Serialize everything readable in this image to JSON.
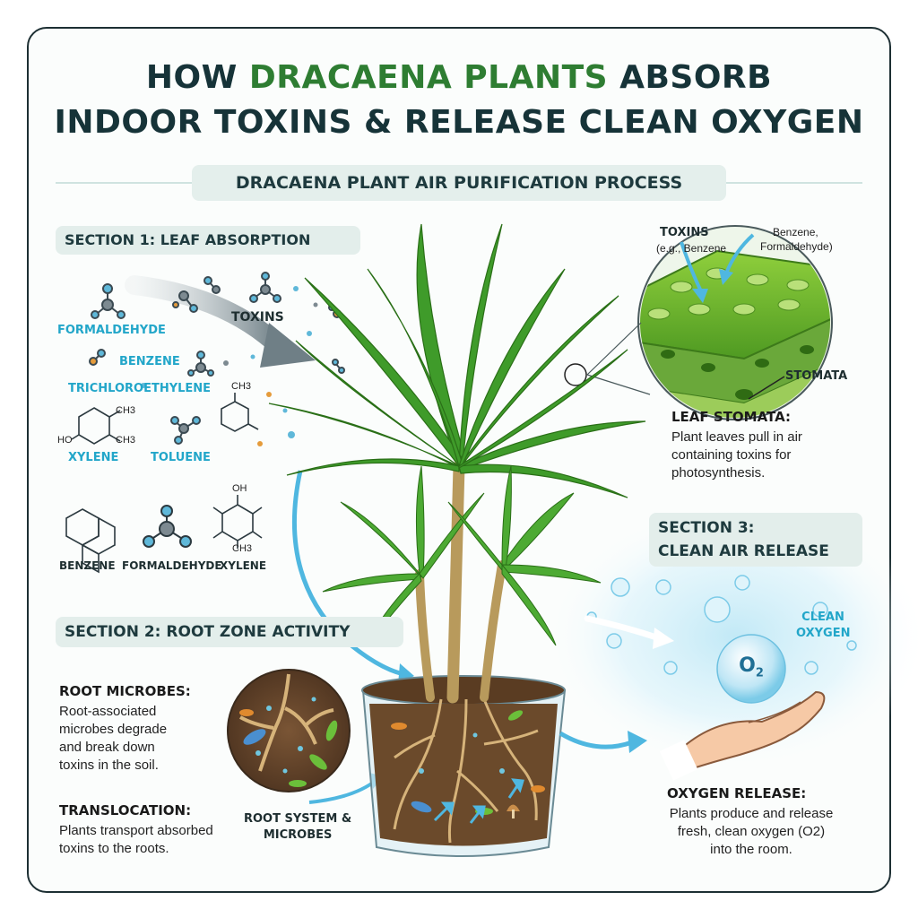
{
  "title": {
    "prefix": "HOW ",
    "accent": "DRACAENA PLANTS",
    "line1_suffix": " ABSORB",
    "line2": "INDOOR TOXINS & RELEASE CLEAN OXYGEN"
  },
  "subtitle": "DRACAENA PLANT AIR PURIFICATION PROCESS",
  "section1": {
    "label": "SECTION 1: LEAF ABSORPTION",
    "toxins_arrow_label": "TOXINS",
    "toxin_names": [
      "FORMALDEHYDE",
      "BENZENE",
      "TRICHLOROETHYLENE",
      "XYLENE",
      "TOLUENE"
    ],
    "bottom_molecule_names": [
      "BENZENE",
      "FORMALDEHYDE",
      "XYLENE"
    ],
    "chem_labels": {
      "ch3": "CH3",
      "ho": "HO",
      "oh": "OH"
    }
  },
  "leaf_zoom": {
    "toxins_label": "TOXINS",
    "toxins_example": "(e.g., Benzene",
    "right_label_line1": "Benzene,",
    "right_label_line2": "Formaldehyde)",
    "stomata_label": "STOMATA",
    "heading": "LEAF STOMATA:",
    "text_lines": [
      "Plant leaves pull in air",
      "containing toxins for",
      "photosynthesis."
    ]
  },
  "section3": {
    "label_line1": "SECTION 3:",
    "label_line2": "CLEAN AIR RELEASE",
    "clean_oxygen_line1": "CLEAN",
    "clean_oxygen_line2": "OXYGEN",
    "o2_symbol": "O",
    "o2_subscript": "2"
  },
  "section2": {
    "label": "SECTION 2: ROOT ZONE ACTIVITY",
    "root_microbes_heading": "ROOT MICROBES:",
    "root_microbes_lines": [
      "Root-associated",
      "microbes degrade",
      "and break down",
      "toxins in the soil."
    ],
    "translocation_heading": "TRANSLOCATION:",
    "translocation_lines": [
      "Plants transport absorbed",
      "toxins to the roots."
    ],
    "root_system_line1": "ROOT SYSTEM &",
    "root_system_line2": "MICROBES"
  },
  "oxygen_release": {
    "heading": "OXYGEN RELEASE:",
    "text_lines": [
      "Plants produce and release",
      "fresh, clean oxygen (O2)",
      "into the room."
    ]
  },
  "colors": {
    "title_dark": "#163338",
    "title_accent": "#2e7d32",
    "toxin_blue": "#22a6c9",
    "leaf_green": "#3f9b2a",
    "soil_brown": "#6b4a2b",
    "air_blue": "#bfe8f6"
  }
}
